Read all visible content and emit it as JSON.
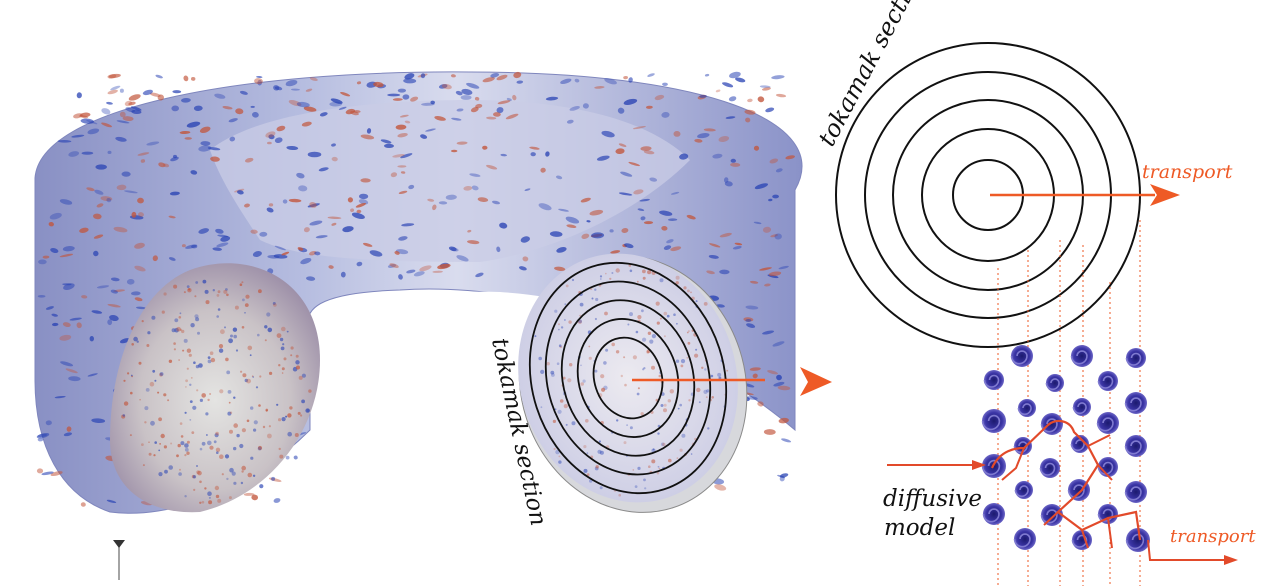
{
  "labels": {
    "tokamak_section_top": "tokamak section",
    "tokamak_section_torus": "tokamak section",
    "transport_top": "transport",
    "transport_bottom": "transport",
    "diffusive_line1": "diffusive",
    "diffusive_line2": "model"
  },
  "colors": {
    "arrow": "#ee5a26",
    "ring": "#111111",
    "vortex": "#3b35a6",
    "vortex_light": "#7f7ad0",
    "torus_base": "#9ea6d6",
    "eddy_red": "#c2553b",
    "eddy_blue": "#2943b4"
  },
  "section_rings": 5,
  "vortices": {
    "columns": 6,
    "rows": 6
  }
}
